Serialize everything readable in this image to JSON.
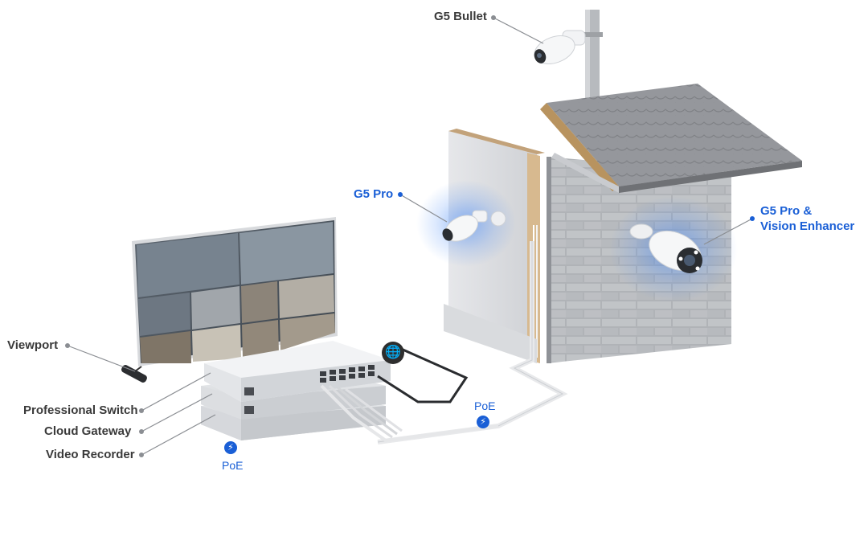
{
  "labels": {
    "g5_bullet": "G5 Bullet",
    "g5_pro": "G5 Pro",
    "g5_pro_ve_line1": "G5 Pro &",
    "g5_pro_ve_line2": "Vision Enhancer",
    "viewport": "Viewport",
    "professional_switch": "Professional Switch",
    "cloud_gateway": "Cloud Gateway",
    "video_recorder": "Video Recorder",
    "poe_left": "PoE",
    "poe_right": "PoE"
  },
  "icons": {
    "poe_badge": "lightning-icon",
    "internet": "globe-icon"
  },
  "colors": {
    "accent": "#1a5fd6",
    "label": "#3a3a3a",
    "glow": "#3b82f6"
  }
}
